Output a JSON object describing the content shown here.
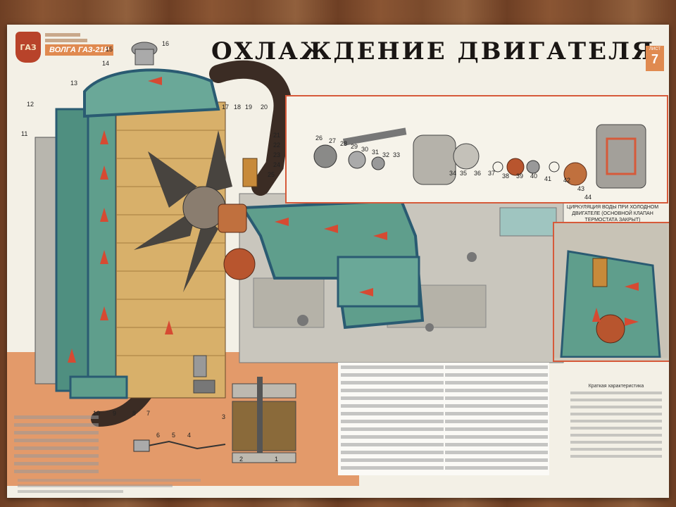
{
  "poster": {
    "title": "ОХЛАЖДЕНИЕ ДВИГАТЕЛЯ",
    "model_badge": "ВОЛГА ГАЗ-21Р",
    "emblem": "ГАЗ",
    "sheet_label": "ЛИСТ",
    "sheet_number": "7",
    "circulation_caption": "ЦИРКУЛЯЦИЯ ВОДЫ ПРИ ХОЛОДНОМ ДВИГАТЕЛЕ (ОСНОВНОЙ КЛАПАН ТЕРМОСТАТА ЗАКРЫТ)",
    "spec_title": "Краткая характеристика"
  },
  "callouts": {
    "radiator": [
      "15",
      "16",
      "14",
      "13",
      "12",
      "11",
      "17",
      "18",
      "19",
      "20",
      "21",
      "22",
      "23",
      "24",
      "25"
    ],
    "inset": [
      "26",
      "27",
      "28",
      "29",
      "30",
      "31",
      "32",
      "33",
      "34",
      "35",
      "36",
      "37",
      "38",
      "39",
      "40",
      "41",
      "42",
      "43",
      "44"
    ],
    "bottom": [
      "10",
      "9",
      "8",
      "7",
      "6",
      "5",
      "4",
      "3",
      "2",
      "1"
    ]
  },
  "colors": {
    "poster_bg": "#f3f0e6",
    "accent_orange": "#e39a6a",
    "red_arrows": "#d64a32",
    "coolant_teal": "#5f9e8c",
    "inset_border": "#d65a3a"
  }
}
